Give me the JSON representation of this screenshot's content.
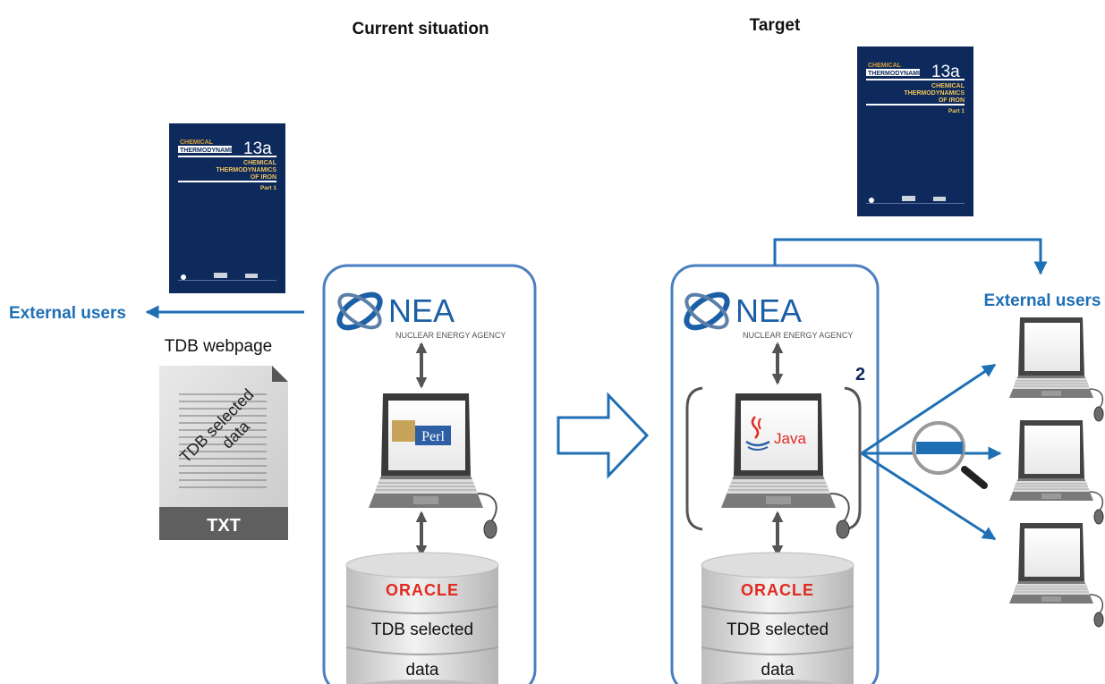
{
  "headings": {
    "current": "Current situation",
    "target": "Target"
  },
  "labels": {
    "external_users_left": "External users",
    "external_users_right": "External users",
    "tdb_webpage": "TDB webpage",
    "badge_number": "2"
  },
  "book": {
    "series_line1": "CHEMICAL",
    "series_line2": "THERMODYNAMICS",
    "volume": "13a",
    "title_line1": "CHEMICAL",
    "title_line2": "THERMODYNAMICS",
    "title_line3": "OF IRON",
    "part": "Part 1"
  },
  "nea": {
    "name": "NEA",
    "full_name": "NUCLEAR ENERGY AGENCY"
  },
  "txt_document": {
    "content_line1": "TDB selected",
    "content_line2": "data",
    "format_label": "TXT"
  },
  "laptops": {
    "current_language": "Perl",
    "target_language": "Java"
  },
  "database": {
    "brand": "ORACLE",
    "line1": "TDB selected",
    "line2": "data"
  },
  "colors": {
    "blue_arrow": "#1f6fb5",
    "book_navy": "#0e2a5c",
    "panel_border": "#4a7fc0",
    "oracle_red": "#e12a20"
  },
  "icons": [
    "nea-logo-icon",
    "laptop-icon",
    "database-icon",
    "txt-document-icon",
    "magnifier-icon",
    "double-arrow-icon",
    "hollow-arrow-icon",
    "book-cover-icon"
  ]
}
